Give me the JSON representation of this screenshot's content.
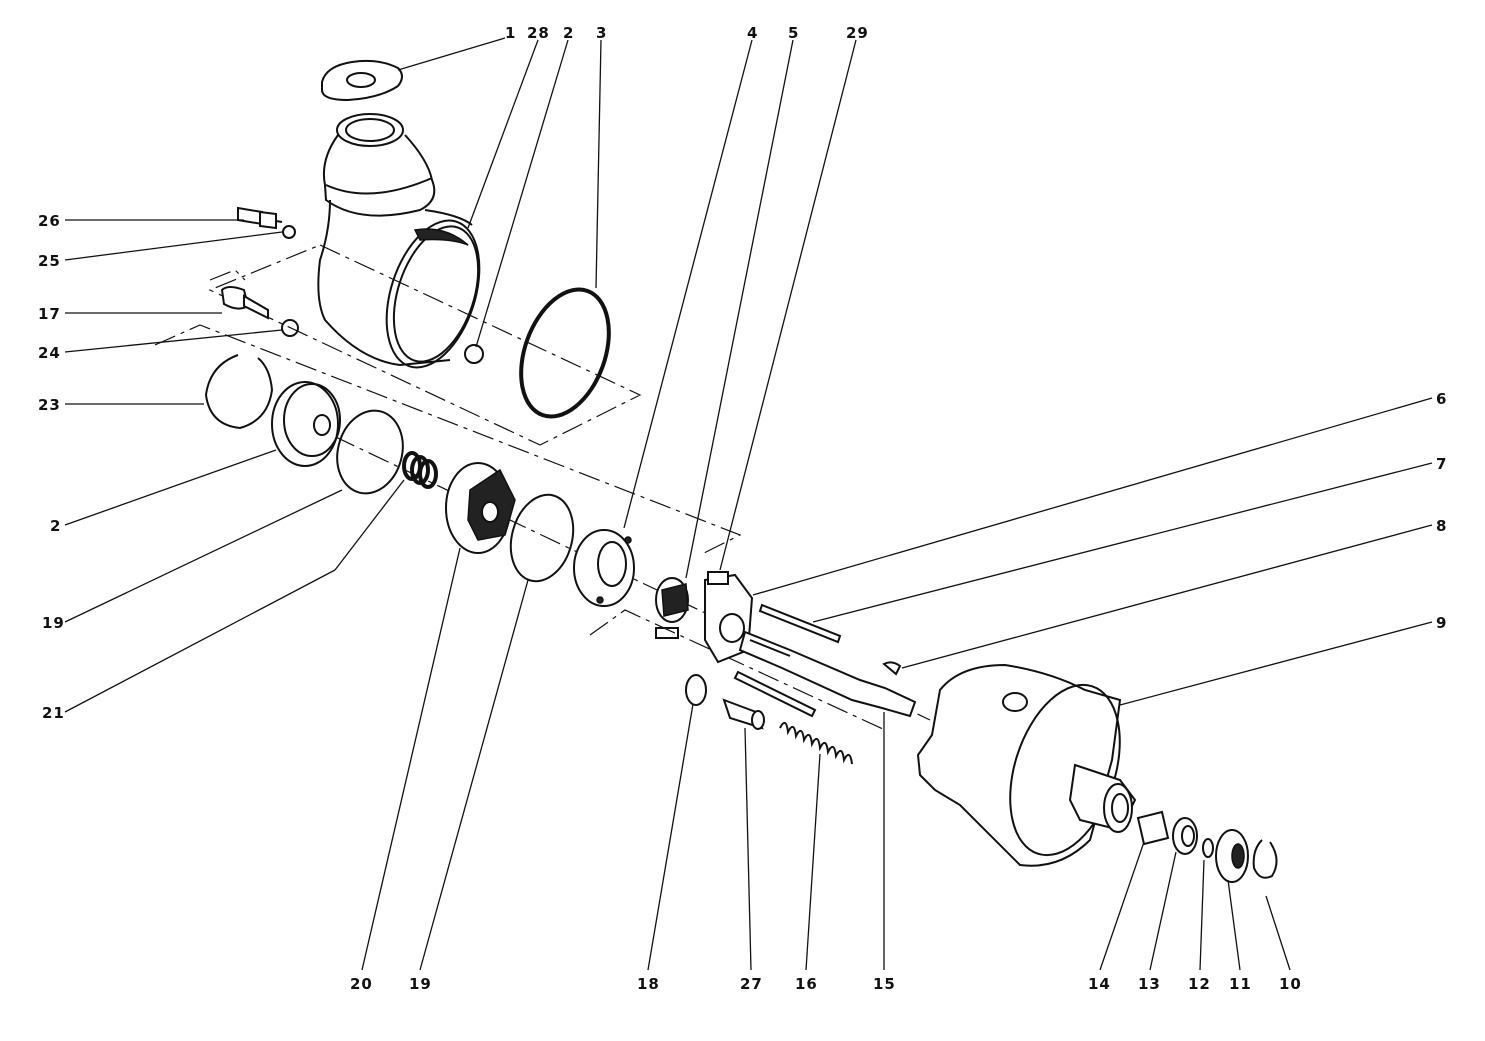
{
  "labels": {
    "p1": "1",
    "p28": "28",
    "p2a": "2",
    "p3": "3",
    "p4": "4",
    "p5": "5",
    "p29": "29",
    "p26": "26",
    "p25": "25",
    "p17": "17",
    "p24": "24",
    "p23": "23",
    "p2b": "2",
    "p19a": "19",
    "p21": "21",
    "p6": "6",
    "p7": "7",
    "p8": "8",
    "p9": "9",
    "p20": "20",
    "p19b": "19",
    "p18": "18",
    "p27": "27",
    "p16": "16",
    "p15": "15",
    "p14": "14",
    "p13": "13",
    "p12": "12",
    "p11": "11",
    "p10": "10"
  }
}
